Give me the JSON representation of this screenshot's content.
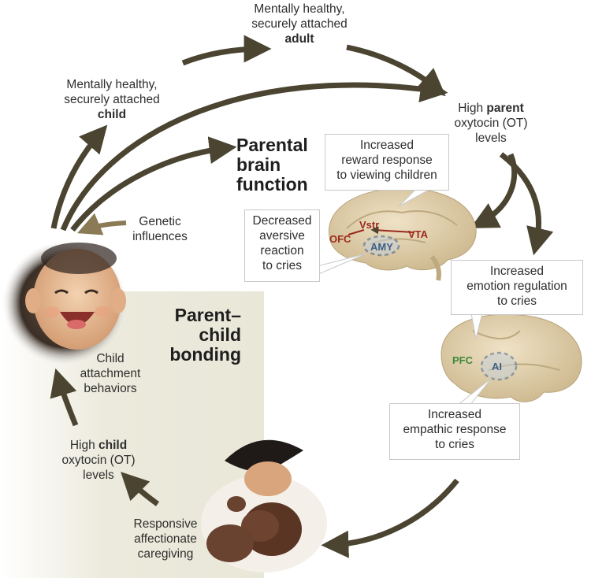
{
  "labels": {
    "adult": {
      "line1": "Mentally healthy,",
      "line2": "securely attached",
      "bold": "adult"
    },
    "child": {
      "line1": "Mentally healthy,",
      "line2": "securely attached",
      "bold": "child"
    },
    "parent_ot": {
      "pre": "High ",
      "bold": "parent",
      "line2": "oxytocin (OT)",
      "line3": "levels"
    },
    "child_ot": {
      "pre": "High ",
      "bold": "child",
      "line2": "oxytocin (OT)",
      "line3": "levels"
    },
    "genetic": {
      "line1": "Genetic",
      "line2": "influences"
    },
    "attachment": {
      "line1": "Child",
      "line2": "attachment",
      "line3": "behaviors"
    },
    "caregiving": {
      "line1": "Responsive",
      "line2": "affectionate",
      "line3": "caregiving"
    }
  },
  "titles": {
    "parental_brain": {
      "line1": "Parental",
      "line2": "brain",
      "line3": "function"
    },
    "bonding": {
      "line1": "Parent–",
      "line2": "child",
      "line3": "bonding"
    }
  },
  "callouts": {
    "reward": {
      "line1": "Increased",
      "line2": "reward response",
      "line3": "to viewing children"
    },
    "aversive": {
      "line1": "Decreased",
      "line2": "aversive",
      "line3": "reaction",
      "line4": "to cries"
    },
    "emotion": {
      "line1": "Increased",
      "line2": "emotion regulation",
      "line3": "to cries"
    },
    "empathic": {
      "line1": "Increased",
      "line2": "empathic response",
      "line3": "to cries"
    }
  },
  "brain_regions": {
    "vstr": "Vstr",
    "ofc": "OFC",
    "vta": "VTA",
    "amy": "AMY",
    "pfc": "PFC",
    "ai": "AI"
  },
  "colors": {
    "arrow": "#4a4431",
    "arrow_light": "#8a7a55",
    "region_red": "#9b2a1c",
    "region_green": "#3e8a3a",
    "dashed_blue": "#3f5f86",
    "brain": "#d8c8a4",
    "panel": "#ebe9dc"
  }
}
